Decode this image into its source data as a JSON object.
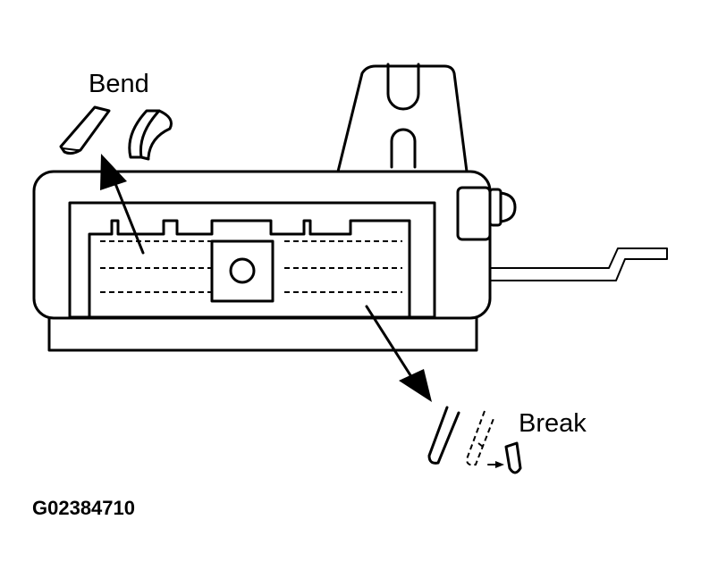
{
  "labels": {
    "bend": "Bend",
    "break": "Break",
    "figure_id": "G02384710"
  }
}
